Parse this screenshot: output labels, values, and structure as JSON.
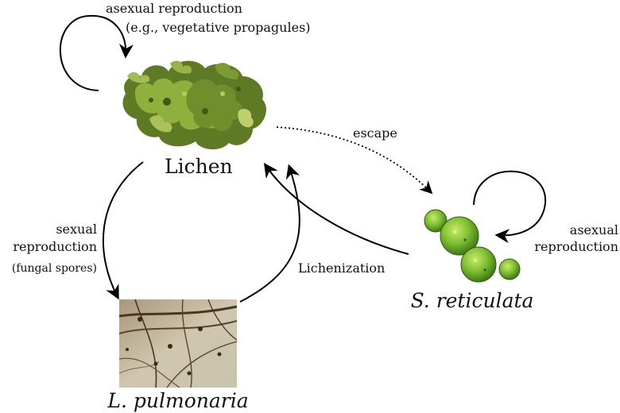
{
  "nodes": {
    "lichen": {
      "label": "Lichen"
    },
    "algae": {
      "label": "S. reticulata"
    },
    "fungus": {
      "label": "L. pulmonaria"
    }
  },
  "edges": {
    "lichen_self": {
      "line1": "asexual reproduction",
      "line2": "(e.g., vegetative propagules)"
    },
    "escape": {
      "label": "escape"
    },
    "algae_self": {
      "line1": "asexual",
      "line2": "reproduction"
    },
    "sexual": {
      "line1": "sexual",
      "line2": "reproduction",
      "line3": "(fungal spores)"
    },
    "lichenization": {
      "label": "Lichenization"
    }
  },
  "colors": {
    "lichen_green": "#7a9a2e",
    "algae_green": "#6fb02a",
    "fungus_bg": "#b8ad92",
    "hyphae": "#4a3524"
  }
}
